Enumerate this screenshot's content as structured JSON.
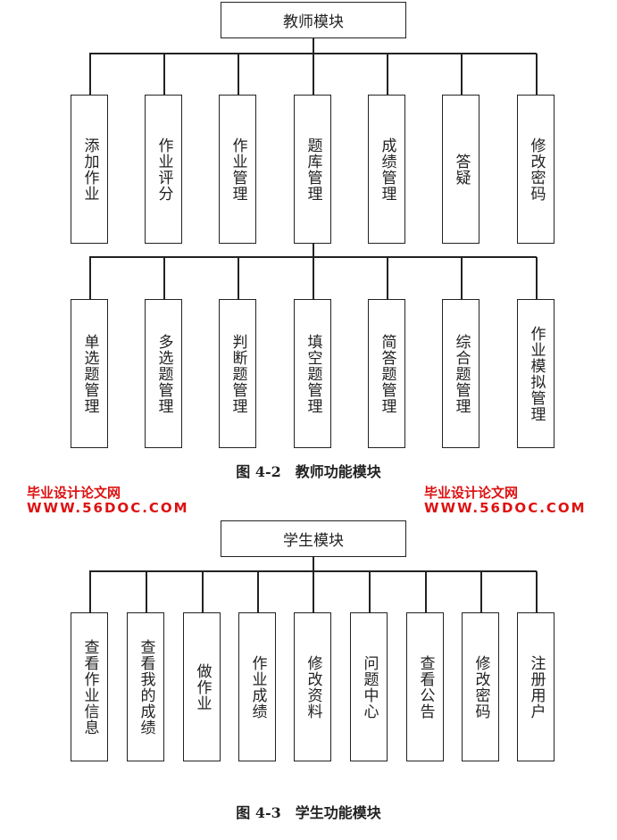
{
  "teacher": {
    "root": "教师模块",
    "level1": [
      "添加作业",
      "作业评分",
      "作业管理",
      "题库管理",
      "成绩管理",
      "答疑",
      "修改密码"
    ],
    "level2": [
      "单选题管理",
      "多选题管理",
      "判断题管理",
      "填空题管理",
      "简答题管理",
      "综合题管理",
      "作业模拟管理"
    ],
    "caption": "图 4-2　教师功能模块"
  },
  "student": {
    "root": "学生模块",
    "level1": [
      "查看作业信息",
      "查看我的成绩",
      "做作业",
      "作业成绩",
      "修改资料",
      "问题中心",
      "查看公告",
      "修改密码",
      "注册用户"
    ],
    "caption": "图 4-3　学生功能模块"
  },
  "watermark": {
    "line1": "毕业设计论文网",
    "line2": "WWW.56DOC.COM"
  }
}
